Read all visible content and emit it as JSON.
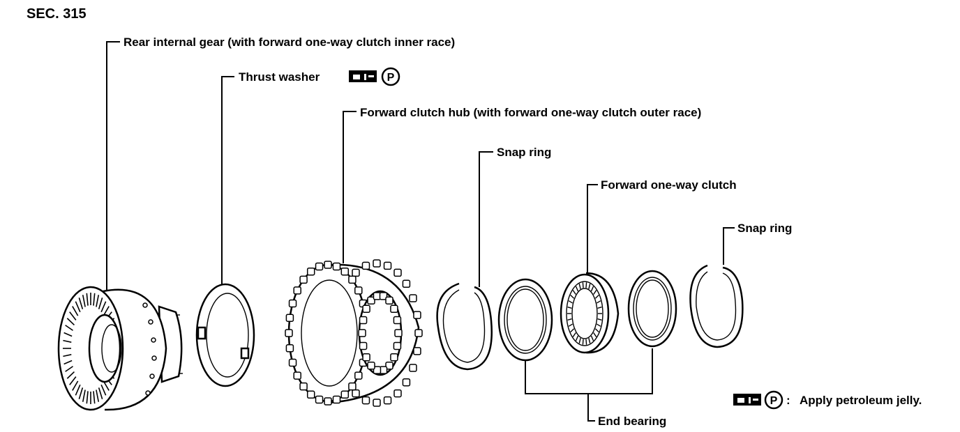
{
  "section": "SEC. 315",
  "labels": {
    "rear_internal_gear": "Rear internal gear (with forward one-way clutch inner race)",
    "thrust_washer": "Thrust washer",
    "forward_clutch_hub": "Forward clutch hub (with forward one-way clutch outer race)",
    "snap_ring_1": "Snap ring",
    "forward_one_way_clutch": "Forward one-way clutch",
    "snap_ring_2": "Snap ring",
    "end_bearing": "End bearing"
  },
  "legend": {
    "symbol_letter": "P",
    "separator": ":",
    "text": "Apply petroleum jelly."
  },
  "icons": [
    "grease-gun-icon",
    "petroleum-jelly-p-icon"
  ]
}
